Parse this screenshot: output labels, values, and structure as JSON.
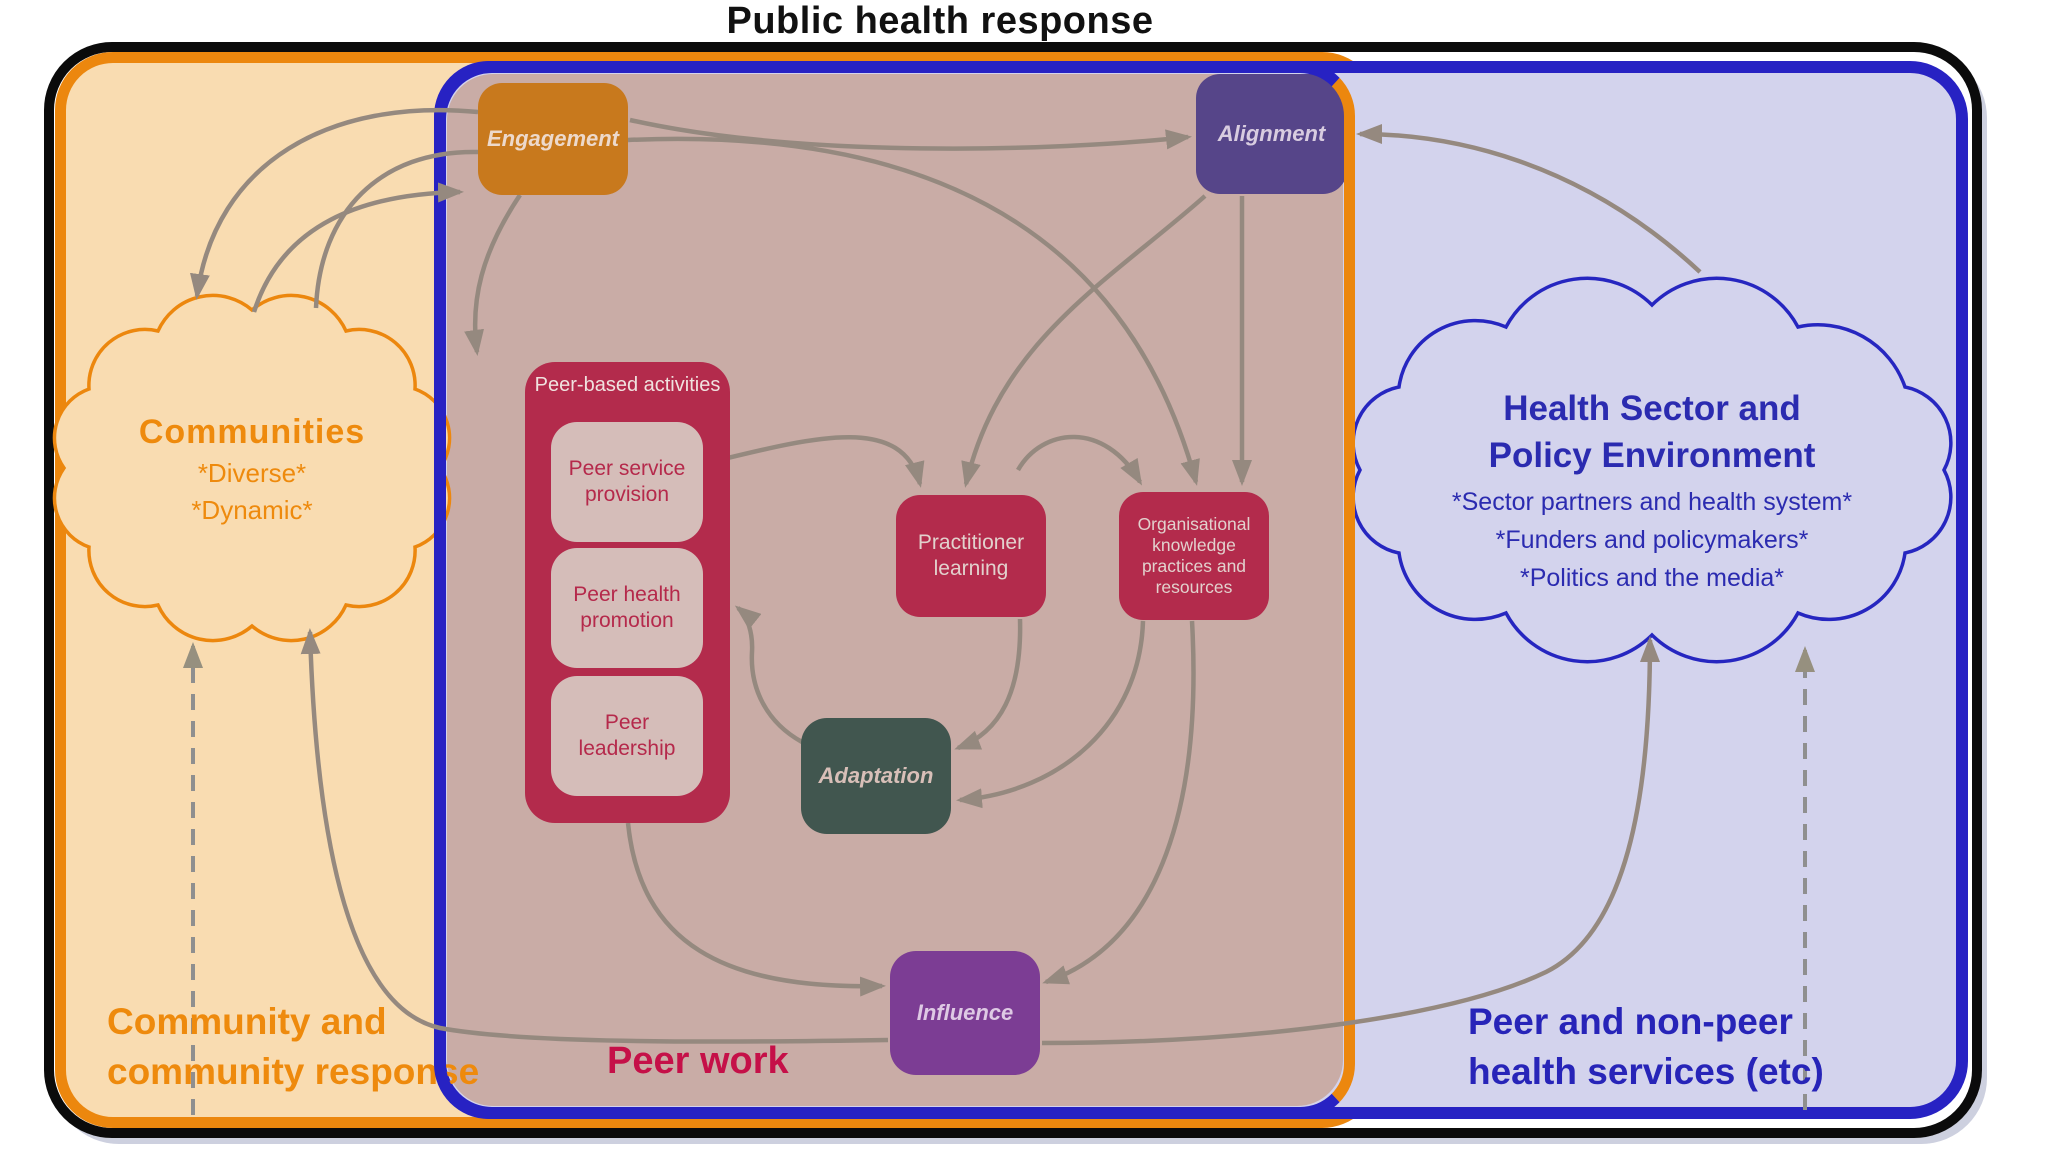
{
  "title": "Public health response",
  "clouds": {
    "communities": {
      "title": "Communities",
      "sub1": "*Diverse*",
      "sub2": "*Dynamic*"
    },
    "health_sector": {
      "title_line1": "Health Sector and",
      "title_line2": "Policy Environment",
      "sub1": "*Sector partners and health system*",
      "sub2": "*Funders and policymakers*",
      "sub3": "*Politics and the media*"
    }
  },
  "boxes": {
    "engagement": {
      "label": "Engagement",
      "color": "#C8791D"
    },
    "alignment": {
      "label": "Alignment",
      "color": "#564589"
    },
    "peer_based_activities": {
      "title": "Peer-based activities",
      "color": "#B32B4C",
      "children": [
        "Peer service provision",
        "Peer health promotion",
        "Peer leadership"
      ]
    },
    "practitioner_learning": {
      "label": "Practitioner learning",
      "color": "#B32B4C"
    },
    "organisational_knowledge": {
      "label": "Organisational knowledge practices and resources",
      "color": "#B32B4C"
    },
    "adaptation": {
      "label": "Adaptation",
      "color": "#41564F"
    },
    "influence": {
      "label": "Influence",
      "color": "#7C3D94"
    }
  },
  "region_labels": {
    "community": {
      "line1": "Community and",
      "line2": "community response",
      "color": "#EE8A0D"
    },
    "peer_work": {
      "label": "Peer work",
      "color": "#C51048"
    },
    "health_services": {
      "line1": "Peer and non-peer",
      "line2": "health services (etc)",
      "color": "#2724B8"
    }
  },
  "regions": {
    "community_fill": "#F9DCB1",
    "community_border": "#EC870E",
    "health_fill": "#D3D3ED",
    "health_border": "#2722C3",
    "overlap_fill": "#C9ACA6",
    "outer_border": "#0b0b0b",
    "arrow_color": "#95897F"
  },
  "arrows": [
    {
      "from": "engagement",
      "to": "communities-cloud",
      "style": "solid"
    },
    {
      "from": "engagement",
      "to": "communities-cloud-top",
      "style": "solid"
    },
    {
      "from": "communities-cloud",
      "to": "engagement",
      "style": "solid"
    },
    {
      "from": "engagement",
      "to": "alignment",
      "style": "solid"
    },
    {
      "from": "health-sector-cloud",
      "to": "alignment",
      "style": "solid"
    },
    {
      "from": "engagement",
      "to": "peer-based-activities",
      "style": "solid"
    },
    {
      "from": "peer-service-provision",
      "to": "practitioner-learning",
      "style": "solid"
    },
    {
      "from": "alignment",
      "to": "practitioner-learning",
      "style": "solid"
    },
    {
      "from": "practitioner-learning",
      "to": "organisational-knowledge",
      "style": "solid"
    },
    {
      "from": "engagement",
      "to": "organisational-knowledge",
      "style": "solid"
    },
    {
      "from": "alignment",
      "to": "organisational-knowledge",
      "style": "solid"
    },
    {
      "from": "practitioner-learning",
      "to": "adaptation",
      "style": "solid"
    },
    {
      "from": "organisational-knowledge",
      "to": "adaptation",
      "style": "solid"
    },
    {
      "from": "organisational-knowledge",
      "to": "influence",
      "style": "solid"
    },
    {
      "from": "peer-based-activities",
      "to": "influence",
      "style": "solid"
    },
    {
      "from": "adaptation",
      "to": "peer-based-activities",
      "style": "solid"
    },
    {
      "from": "influence",
      "to": "communities-cloud",
      "style": "solid"
    },
    {
      "from": "influence",
      "to": "health-sector-cloud",
      "style": "solid"
    },
    {
      "from": "bottom-left",
      "to": "communities-cloud",
      "style": "dashed"
    },
    {
      "from": "bottom-right",
      "to": "health-sector-cloud",
      "style": "dashed"
    }
  ]
}
